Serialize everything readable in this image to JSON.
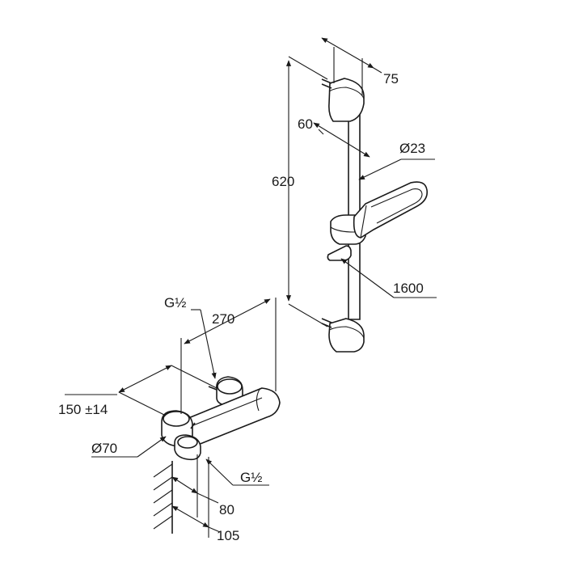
{
  "dimensions": {
    "rail_top_depth": "75",
    "rail_spacing": "60",
    "rail_diameter": "Ø23",
    "rail_height": "620",
    "hose_length": "1600",
    "inlet_thread_top": "G½",
    "mixer_width": "270",
    "inlet_centres": "150 ±14",
    "escutcheon_diameter": "Ø70",
    "outlet_thread": "G½",
    "wall_offset_small": "80",
    "wall_offset_large": "105"
  }
}
